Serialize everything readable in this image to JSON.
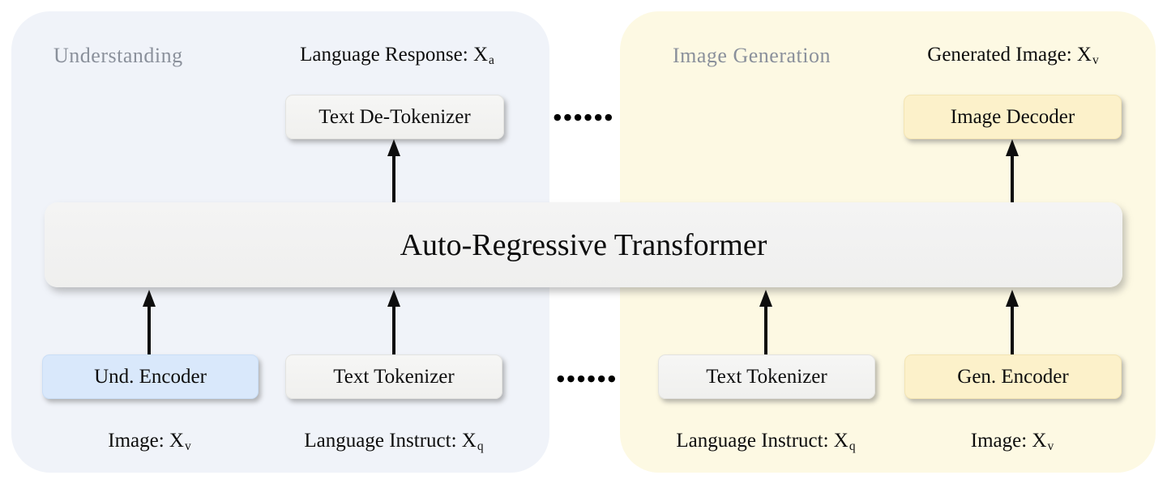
{
  "palette": {
    "page_background": "#ffffff",
    "understanding_panel_background": "#f0f3f9",
    "generation_panel_background": "#fdf9e3",
    "understanding_box_background": "#d9e8fb",
    "generation_box_background": "#fcf1ca",
    "neutral_box_background": "#f3f3f1",
    "transformer_box_background": "#f2f2f1",
    "section_title_color": "#8a909b",
    "text_color": "#0d0d0d",
    "arrow_color": "#0e0e0e"
  },
  "transformer": {
    "label": "Auto-Regressive Transformer"
  },
  "understanding_panel": {
    "title": "Understanding",
    "output_caption": {
      "main": "Language Response: X",
      "sub": "a"
    },
    "detokenizer_label": "Text De-Tokenizer",
    "encoder_label": "Und. Encoder",
    "tokenizer_label": "Text Tokenizer",
    "image_caption": {
      "main": "Image: X",
      "sub": "v"
    },
    "instruct_caption": {
      "main": "Language Instruct: X",
      "sub": "q"
    }
  },
  "generation_panel": {
    "title": "Image Generation",
    "output_caption": {
      "main": "Generated Image: X",
      "sub": "v"
    },
    "decoder_label": "Image Decoder",
    "tokenizer_label": "Text Tokenizer",
    "encoder_label": "Gen. Encoder",
    "instruct_caption": {
      "main": "Language Instruct: X",
      "sub": "q"
    },
    "image_caption": {
      "main": "Image: X",
      "sub": "v"
    }
  },
  "ellipsis": {
    "top": "●●●●●●",
    "bottom": "●●●●●●"
  }
}
